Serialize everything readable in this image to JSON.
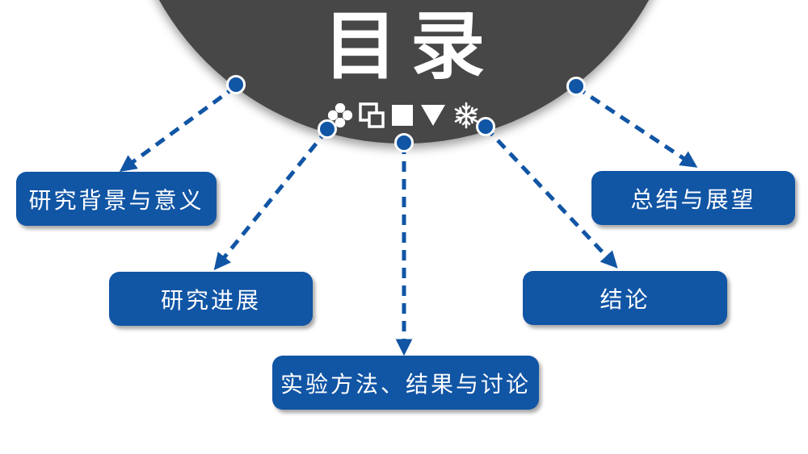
{
  "slide": {
    "title": "目录",
    "colors": {
      "accent_blue": "#1155a5",
      "circle_gray": "#474747",
      "text_white": "#ffffff",
      "background": "#ffffff"
    },
    "ornament_icons": [
      "quatrefoil-icon",
      "shadowed-square-icon",
      "filled-square-icon",
      "triangle-down-icon",
      "snowflake-icon"
    ]
  },
  "toc_items": [
    {
      "label": "研究背景与意义"
    },
    {
      "label": "研究进展"
    },
    {
      "label": "实验方法、结果与讨论"
    },
    {
      "label": "结论"
    },
    {
      "label": "总结与展望"
    }
  ]
}
